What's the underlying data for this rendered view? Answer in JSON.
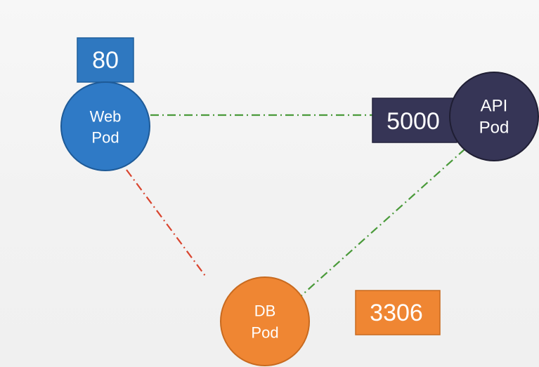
{
  "colors": {
    "web": "#2f7ac6",
    "web_port": "#2f78c0",
    "api": "#363556",
    "db": "#ef8633",
    "allowed": "#4a9a3a",
    "blocked": "#d9452f"
  },
  "pods": {
    "web": {
      "line1": "Web",
      "line2": "Pod",
      "port": "80"
    },
    "api": {
      "line1": "API",
      "line2": "Pod",
      "port": "5000"
    },
    "db": {
      "line1": "DB",
      "line2": "Pod",
      "port": "3306"
    }
  },
  "connections": [
    {
      "from": "web",
      "to": "api",
      "status": "allowed",
      "style": "dash-dot"
    },
    {
      "from": "api",
      "to": "db",
      "status": "allowed",
      "style": "dash-dot"
    },
    {
      "from": "web",
      "to": "db",
      "status": "blocked",
      "style": "dash-dot"
    }
  ]
}
